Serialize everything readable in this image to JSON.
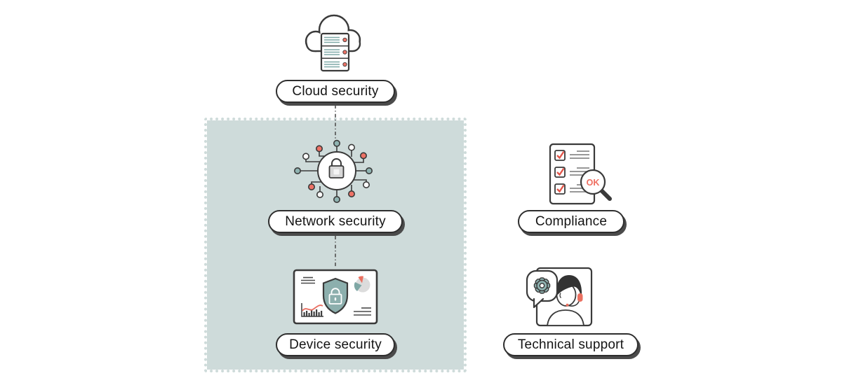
{
  "nodes": [
    {
      "id": "cloud-security",
      "label": "Cloud security",
      "icon": "cloud-server-icon"
    },
    {
      "id": "network-security",
      "label": "Network security",
      "icon": "network-lock-icon",
      "highlighted": true
    },
    {
      "id": "device-security",
      "label": "Device security",
      "icon": "device-shield-icon",
      "highlighted": true
    },
    {
      "id": "compliance",
      "label": "Compliance",
      "icon": "checklist-magnifier-icon"
    },
    {
      "id": "technical-support",
      "label": "Technical support",
      "icon": "support-agent-icon"
    }
  ],
  "magnifier_label": "OK",
  "connectors": [
    {
      "from": "cloud-security",
      "to": "network-security",
      "style": "dash-dot"
    },
    {
      "from": "network-security",
      "to": "device-security",
      "style": "dash-dot"
    }
  ],
  "colors": {
    "accent_red": "#ee7266",
    "accent_teal": "#8fb3b1",
    "shield_teal": "#8cafad",
    "panel_background": "#cedbda",
    "outline": "#3a3a3a",
    "pill_shadow": "#4b4b4b"
  }
}
